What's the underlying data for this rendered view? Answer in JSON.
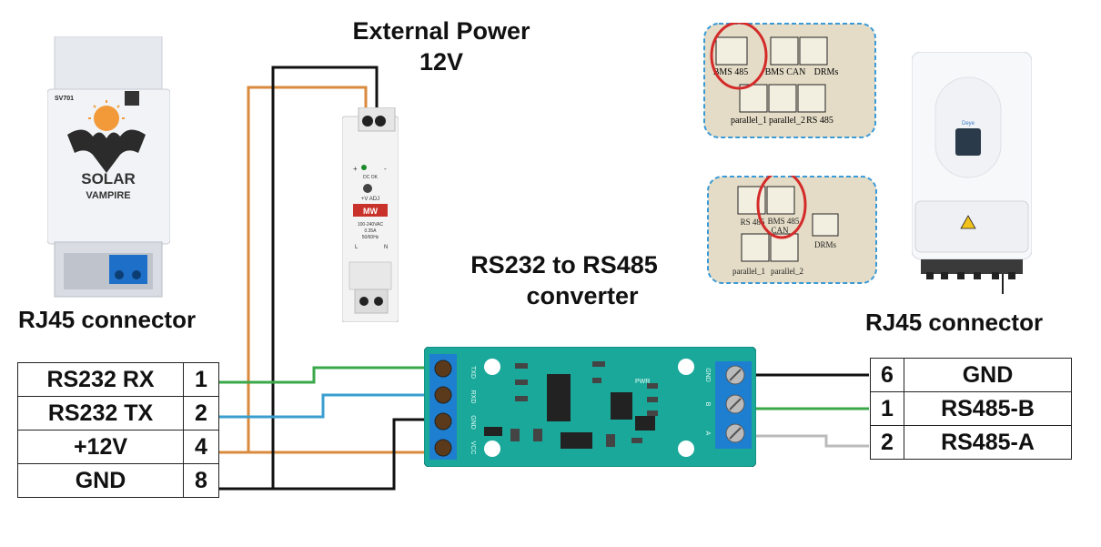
{
  "external_power": {
    "line1": "External Power",
    "line2": "12V"
  },
  "converter": {
    "line1": "RS232 to RS485",
    "line2": "converter"
  },
  "left_connector": {
    "title": "RJ45 connector",
    "rows": [
      {
        "signal": "RS232  RX",
        "pin": "1"
      },
      {
        "signal": "RS232  TX",
        "pin": "2"
      },
      {
        "signal": "+12V",
        "pin": "4"
      },
      {
        "signal": "GND",
        "pin": "8"
      }
    ]
  },
  "right_connector": {
    "title": "RJ45 connector",
    "rows": [
      {
        "pin": "6",
        "signal": "GND"
      },
      {
        "pin": "1",
        "signal": "RS485-B"
      },
      {
        "pin": "2",
        "signal": "RS485-A"
      }
    ]
  },
  "device": {
    "model": "SV701",
    "brand_line1": "SOLAR",
    "brand_line2": "VAMPIRE"
  },
  "psu": {
    "dc_ok": "DC OK",
    "v_adj": "+V ADJ",
    "brand": "MW",
    "input": "100-240VAC",
    "current": "0.35A",
    "freq": "50/60Hz",
    "l": "L",
    "n": "N",
    "plus": "+",
    "minus": "-"
  },
  "board": {
    "left_pins": [
      "TXD",
      "RXD",
      "GND",
      "VCC"
    ],
    "right_pins": [
      "GND",
      "B",
      "A"
    ],
    "pwr": "PWR"
  },
  "panel_top": {
    "ports_row1": [
      "BMS 485",
      "BMS CAN",
      "DRMs"
    ],
    "ports_row2": [
      "parallel_1",
      "parallel_2",
      "RS 485"
    ]
  },
  "panel_bottom": {
    "ports_row1": [
      "RS 485",
      "BMS 485",
      "CAN"
    ],
    "drms": "DRMs",
    "ports_row2": [
      "parallel_1",
      "parallel_2"
    ]
  },
  "inverter": {
    "brand": "Deye"
  },
  "colors": {
    "green_wire": "#3aa84a",
    "blue_wire": "#3a9fcf",
    "orange_wire": "#d98a3c",
    "black_wire": "#111111",
    "gray_wire": "#bbbbbb",
    "board": "#1aa89a",
    "terminal": "#1e7fd0",
    "highlight": "#d42a2a",
    "panel_bg": "#e4dcc6",
    "panel_border": "#3b9ad6"
  }
}
